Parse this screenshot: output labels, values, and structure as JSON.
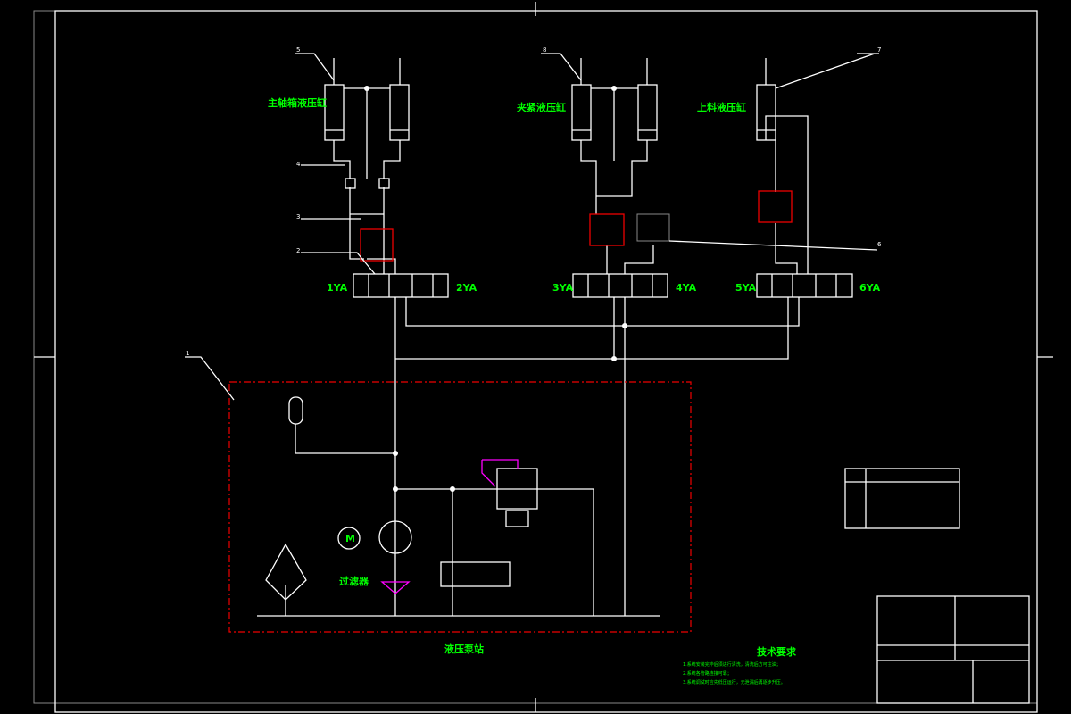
{
  "labels": {
    "cylinder_1": "主轴箱液压缸",
    "cylinder_2": "夹紧液压缸",
    "cylinder_3": "上料液压缸",
    "pump_station": "液压泵站",
    "filter": "过滤器",
    "motor": "M"
  },
  "solenoids": [
    "1YA",
    "2YA",
    "3YA",
    "4YA",
    "5YA",
    "6YA"
  ],
  "callouts": [
    "1",
    "2",
    "3",
    "4",
    "5",
    "6",
    "7",
    "8"
  ],
  "tech_requirements": {
    "title": "技术要求",
    "lines": [
      "1.系统安装完毕后须进行清洗，清洗后方可注油；",
      "2.系统各管路连接可靠；",
      "3.系统调试时应先低压运行，无泄漏后再逐步升压。"
    ]
  },
  "colors": {
    "line": "#ffffff",
    "text": "#00ff00",
    "highlight": "#ee0000",
    "accent": "#ff00ff",
    "frame": "#888888"
  }
}
